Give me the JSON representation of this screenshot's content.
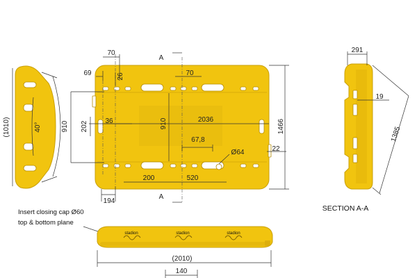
{
  "colors": {
    "part": "#f1c40f",
    "part_shade": "#d9ab0a",
    "dimension_line": "#333333"
  },
  "labels": {
    "section_a_top": "A",
    "section_a_bottom": "A",
    "section_title": "SECTION A-A",
    "note_line1": "Insert closing cap Ø60",
    "note_line2": "top & bottom plane",
    "embossed_text": "stadion"
  },
  "dimensions": {
    "top_70": "70",
    "slot_70": "70",
    "left_69": "69",
    "v_26": "26",
    "width_2036": "2036",
    "height_910_left": "910",
    "height_910_center": "910",
    "v_202": "202",
    "h_36": "36",
    "v_67_8": "67,8",
    "hole_64": "Ø64",
    "h_22": "22",
    "total_1466": "1466",
    "h_200": "200",
    "h_520": "520",
    "h_194": "194",
    "side_1010": "(1010)",
    "angle_40": "40°",
    "section_291": "291",
    "section_19": "19",
    "section_1385": "1385",
    "bottom_2010": "(2010)",
    "bottom_140": "140"
  }
}
